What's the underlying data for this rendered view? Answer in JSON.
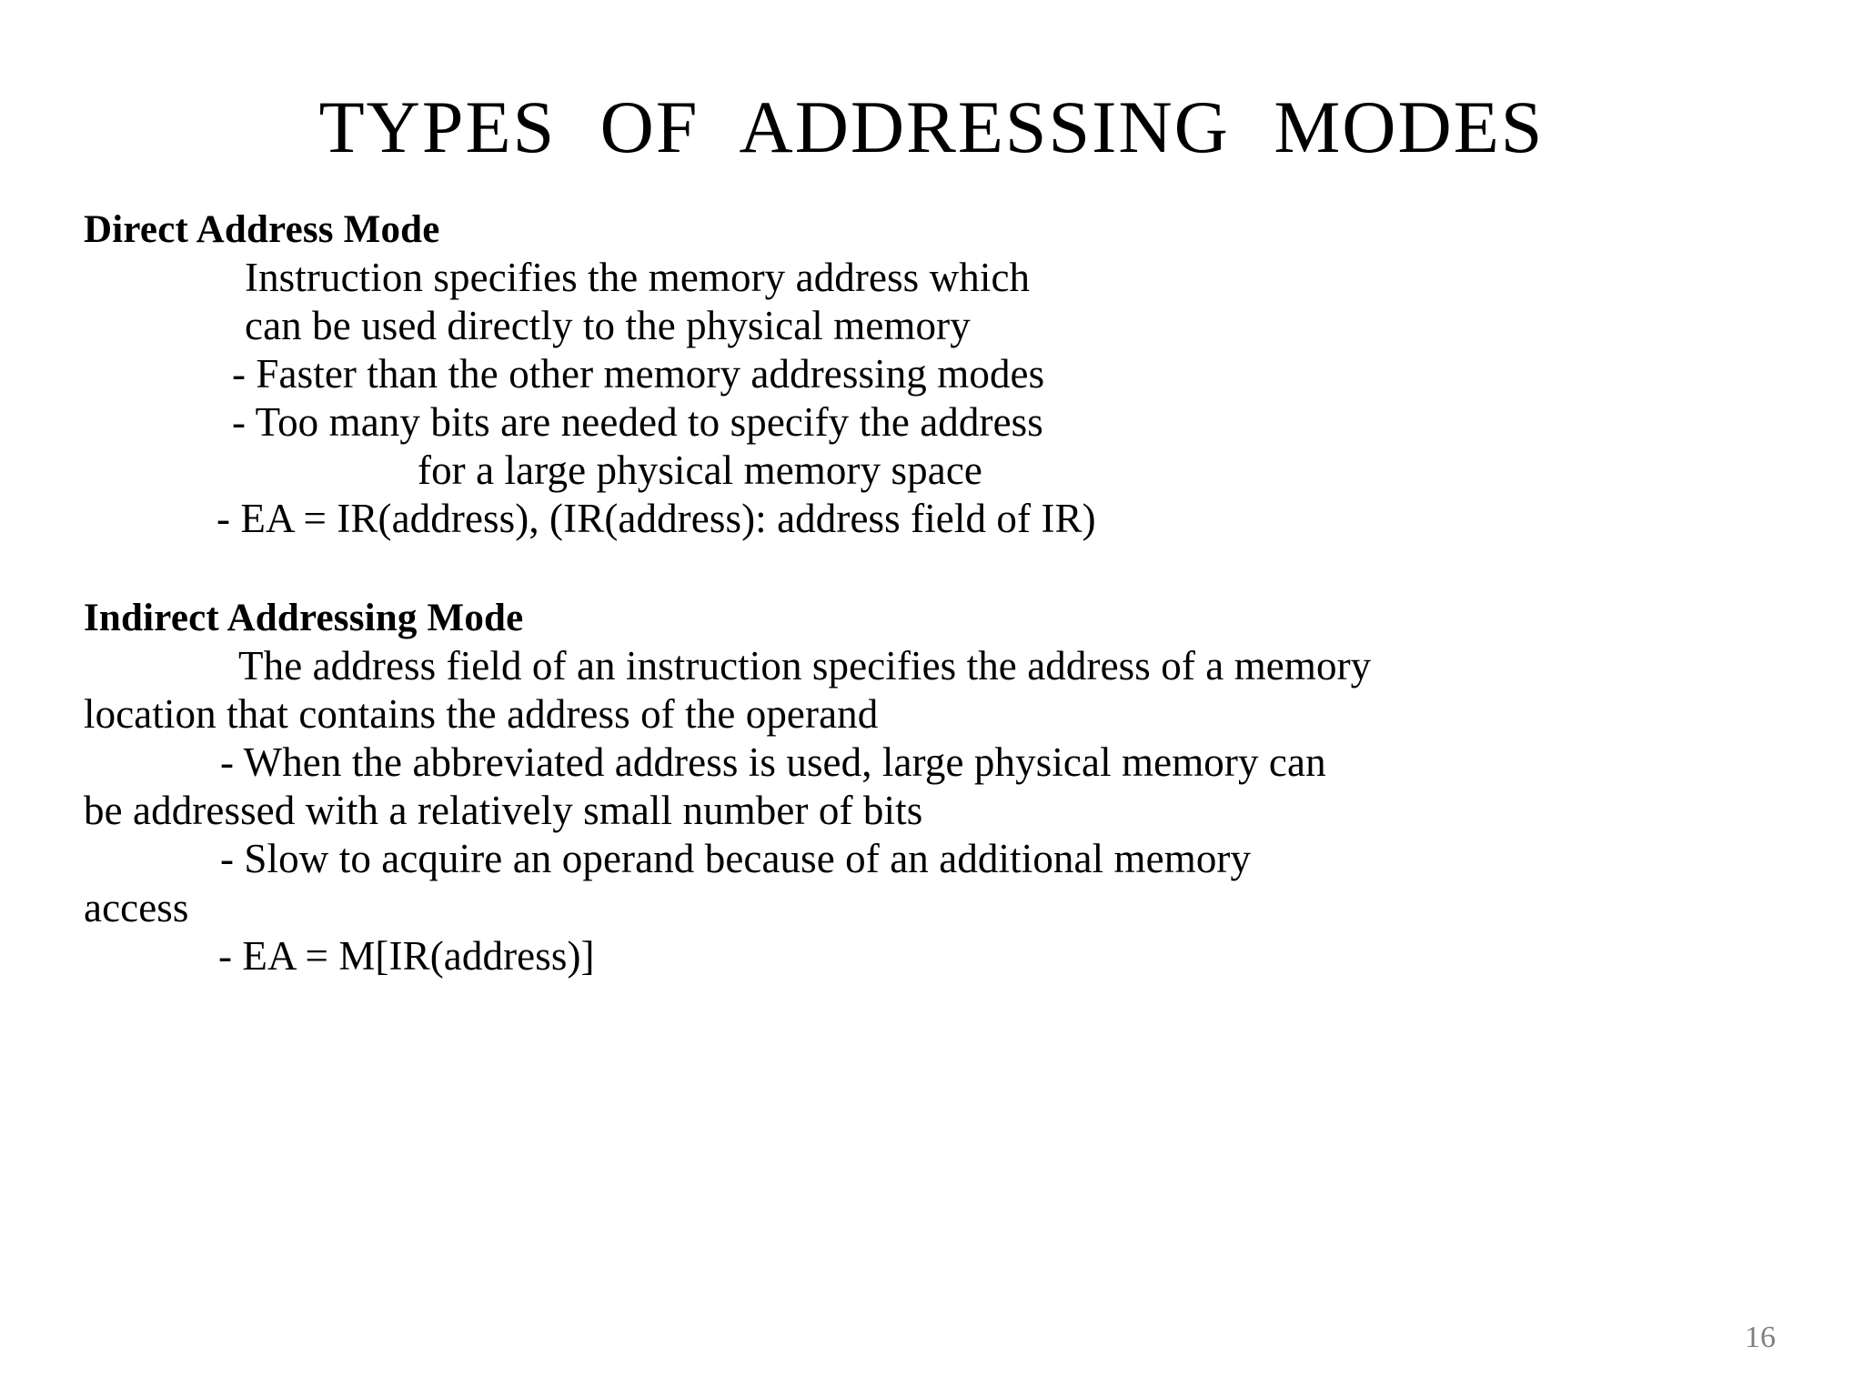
{
  "slide": {
    "title": "TYPES  OF  ADDRESSING  MODES",
    "page_number": "16",
    "page_number_color": "#808080",
    "text_color": "#000000",
    "background_color": "#ffffff"
  },
  "sections": [
    {
      "heading": "Direct Address Mode",
      "lines": [
        "Instruction specifies the memory address which",
        "can be used directly to the physical memory",
        "- Faster than the other memory addressing modes",
        "- Too many bits are needed to specify the address",
        "for a large physical memory space",
        "- EA = IR(address), (IR(address): address field of IR)"
      ]
    },
    {
      "heading": "Indirect Addressing Mode",
      "lines": [
        "The address field of an instruction specifies the address of a memory",
        "location that contains the address of the operand",
        "- When the abbreviated address is used, large physical memory can",
        "be addressed with a relatively small number of bits",
        "- Slow to acquire an operand because of an additional memory",
        "access",
        "- EA = M[IR(address)]"
      ]
    }
  ]
}
